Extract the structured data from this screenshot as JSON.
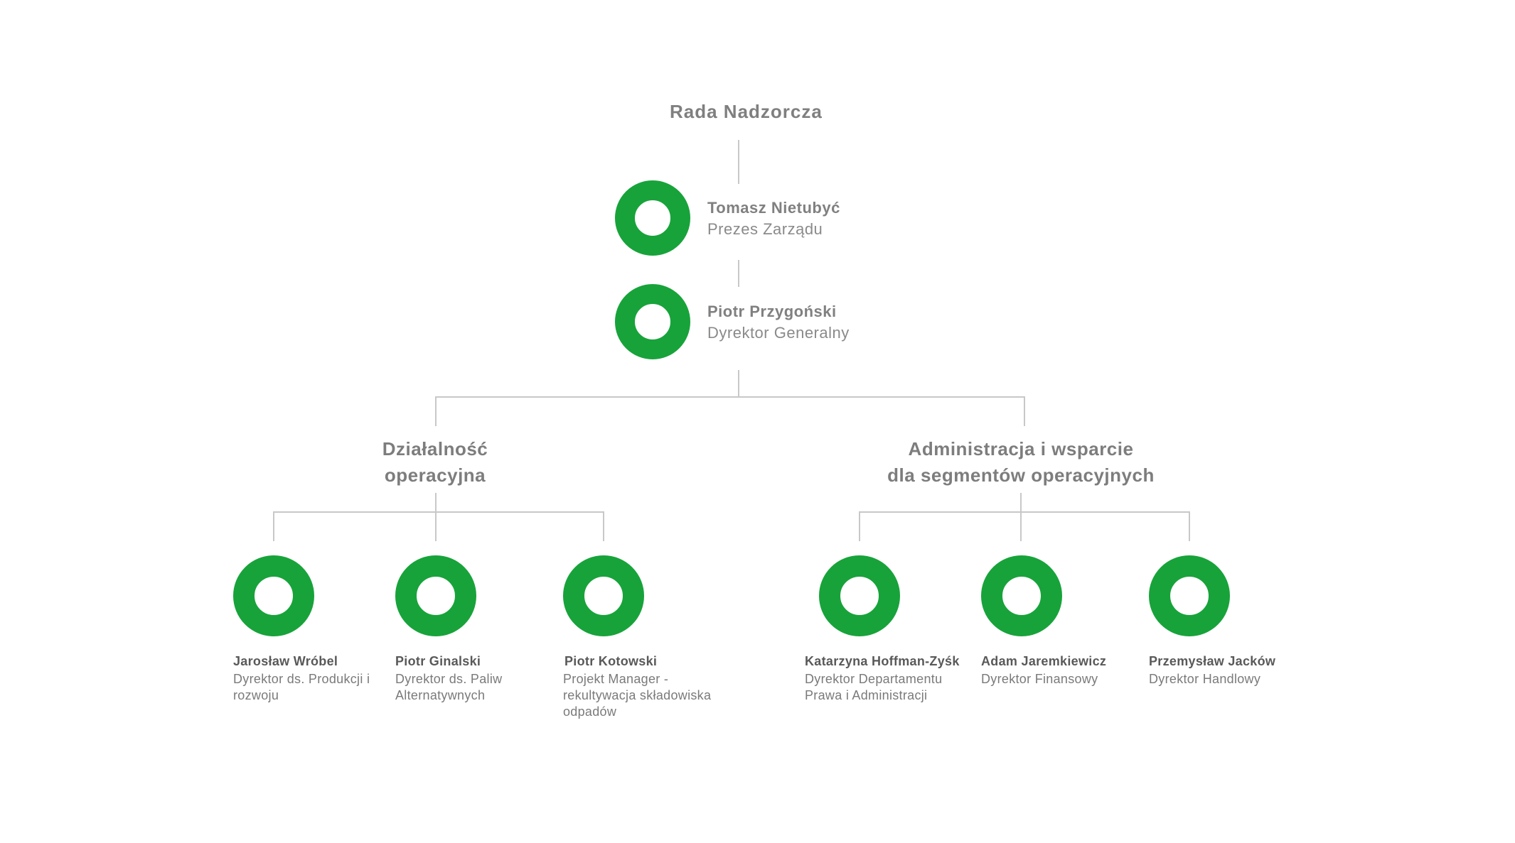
{
  "top": {
    "title": "Rada Nadzorcza"
  },
  "executives": [
    {
      "name": "Tomasz Nietubyć",
      "role": "Prezes Zarządu"
    },
    {
      "name": "Piotr Przygoński",
      "role": "Dyrektor Generalny"
    }
  ],
  "sections": [
    {
      "title_line1": "Działalność",
      "title_line2": "operacyjna",
      "people": [
        {
          "name": "Jarosław Wróbel",
          "role": "Dyrektor ds. Produkcji i rozwoju"
        },
        {
          "name": "Piotr Ginalski",
          "role": "Dyrektor ds. Paliw Alternatywnych"
        },
        {
          "name": "Piotr Kotowski",
          "role": "Projekt Manager - rekultywacja składowiska odpadów"
        }
      ]
    },
    {
      "title_line1": "Administracja i wsparcie",
      "title_line2": "dla segmentów operacyjnych",
      "people": [
        {
          "name": "Katarzyna Hoffman-Zyśk",
          "role": "Dyrektor Departamentu Prawa i Administracji"
        },
        {
          "name": "Adam Jaremkiewicz",
          "role": "Dyrektor Finansowy"
        },
        {
          "name": "Przemysław Jacków",
          "role": "Dyrektor Handlowy"
        }
      ]
    }
  ],
  "colors": {
    "accent": "#17a33a",
    "connector": "#c8c8c8",
    "text": "#7f7f7f"
  },
  "icons": {
    "person_marker": "ring-icon"
  }
}
